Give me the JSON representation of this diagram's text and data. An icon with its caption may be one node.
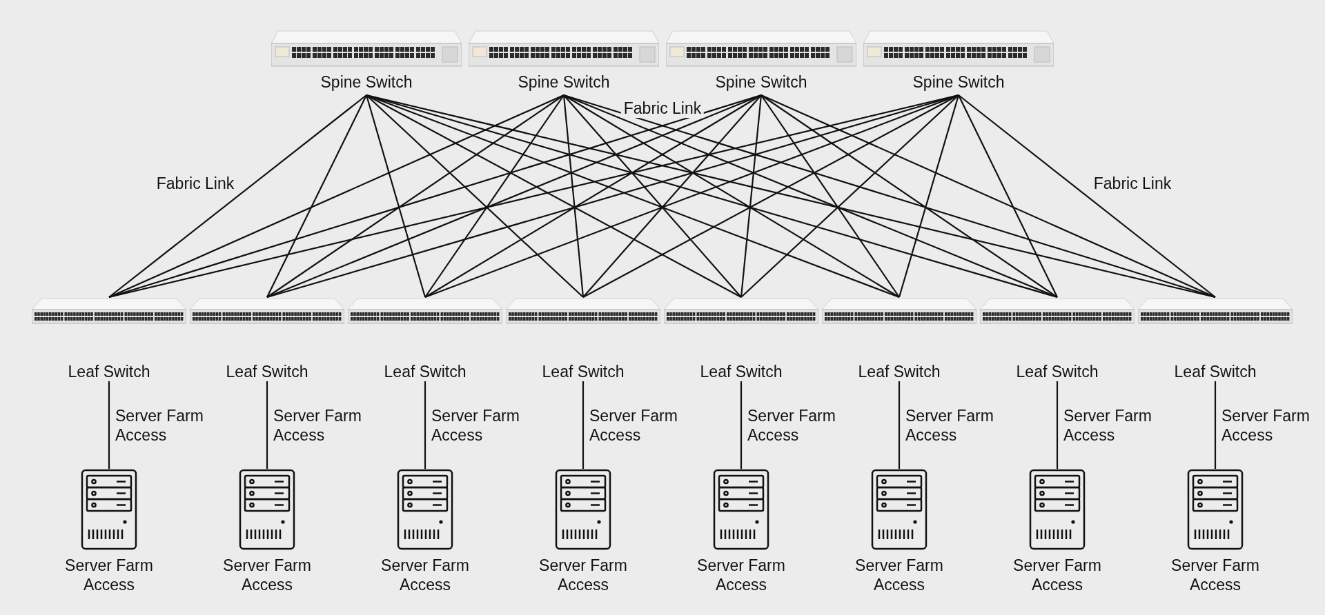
{
  "diagram": {
    "nodes": [
      {
        "text": [
          "Spine Switch"
        ]
      },
      {
        "text": [
          "Spine Switch"
        ]
      },
      {
        "text": [
          "Spine Switch"
        ]
      },
      {
        "text": [
          "Spine Switch"
        ]
      },
      {
        "text": [
          "Leaf Switch"
        ]
      },
      {
        "text": [
          "Leaf Switch"
        ]
      },
      {
        "text": [
          "Leaf Switch"
        ]
      },
      {
        "text": [
          "Leaf Switch"
        ]
      },
      {
        "text": [
          "Leaf Switch"
        ]
      },
      {
        "text": [
          "Leaf Switch"
        ]
      },
      {
        "text": [
          "Leaf Switch"
        ]
      },
      {
        "text": [
          "Leaf Switch"
        ]
      },
      {
        "text": [
          "Server Farm Access"
        ]
      },
      {
        "text": [
          "Server Farm Access"
        ]
      },
      {
        "text": [
          "Server Farm Access"
        ]
      },
      {
        "text": [
          "Server Farm Access"
        ]
      },
      {
        "text": [
          "Server Farm Access"
        ]
      },
      {
        "text": [
          "Server Farm Access"
        ]
      },
      {
        "text": [
          "Server Farm Access"
        ]
      },
      {
        "text": [
          "Server Farm Access"
        ]
      }
    ],
    "edges": [
      {
        "from": 0,
        "to": 4,
        "arrow": "none"
      },
      {
        "from": 0,
        "to": 5,
        "arrow": "none"
      },
      {
        "from": 0,
        "to": 6,
        "arrow": "none"
      },
      {
        "from": 0,
        "to": 7,
        "arrow": "none"
      },
      {
        "from": 0,
        "to": 8,
        "arrow": "none"
      },
      {
        "from": 0,
        "to": 9,
        "arrow": "none"
      },
      {
        "from": 0,
        "to": 10,
        "arrow": "none"
      },
      {
        "from": 0,
        "to": 11,
        "arrow": "none"
      },
      {
        "from": 1,
        "to": 4,
        "arrow": "none"
      },
      {
        "from": 1,
        "to": 5,
        "arrow": "none"
      },
      {
        "from": 1,
        "to": 6,
        "arrow": "none"
      },
      {
        "from": 1,
        "to": 7,
        "arrow": "none"
      },
      {
        "from": 1,
        "to": 8,
        "arrow": "none"
      },
      {
        "from": 1,
        "to": 9,
        "arrow": "none"
      },
      {
        "from": 1,
        "to": 10,
        "arrow": "none"
      },
      {
        "from": 1,
        "to": 11,
        "arrow": "none"
      },
      {
        "from": 2,
        "to": 4,
        "arrow": "none"
      },
      {
        "from": 2,
        "to": 5,
        "arrow": "none"
      },
      {
        "from": 2,
        "to": 6,
        "arrow": "none"
      },
      {
        "from": 2,
        "to": 7,
        "arrow": "none"
      },
      {
        "from": 2,
        "to": 8,
        "arrow": "none"
      },
      {
        "from": 2,
        "to": 9,
        "arrow": "none"
      },
      {
        "from": 2,
        "to": 10,
        "arrow": "none"
      },
      {
        "from": 2,
        "to": 11,
        "arrow": "none"
      },
      {
        "from": 3,
        "to": 4,
        "arrow": "none"
      },
      {
        "from": 3,
        "to": 5,
        "arrow": "none"
      },
      {
        "from": 3,
        "to": 6,
        "arrow": "none"
      },
      {
        "from": 3,
        "to": 7,
        "arrow": "none"
      },
      {
        "from": 3,
        "to": 8,
        "arrow": "none"
      },
      {
        "from": 3,
        "to": 9,
        "arrow": "none"
      },
      {
        "from": 3,
        "to": 10,
        "arrow": "none"
      },
      {
        "from": 3,
        "to": 11,
        "arrow": "none"
      },
      {
        "from": 4,
        "to": 12,
        "arrow": "none",
        "label": "Server Farm Access"
      },
      {
        "from": 5,
        "to": 13,
        "arrow": "none",
        "label": "Server Farm Access"
      },
      {
        "from": 6,
        "to": 14,
        "arrow": "none",
        "label": "Server Farm Access"
      },
      {
        "from": 7,
        "to": 15,
        "arrow": "none",
        "label": "Server Farm Access"
      },
      {
        "from": 8,
        "to": 16,
        "arrow": "none",
        "label": "Server Farm Access"
      },
      {
        "from": 9,
        "to": 17,
        "arrow": "none",
        "label": "Server Farm Access"
      },
      {
        "from": 10,
        "to": 18,
        "arrow": "none",
        "label": "Server Farm Access"
      },
      {
        "from": 11,
        "to": 19,
        "arrow": "none",
        "label": "Server Farm Access"
      }
    ],
    "labels": [
      "Fabric Link",
      "Fabric Link",
      "Fabric Link"
    ]
  }
}
